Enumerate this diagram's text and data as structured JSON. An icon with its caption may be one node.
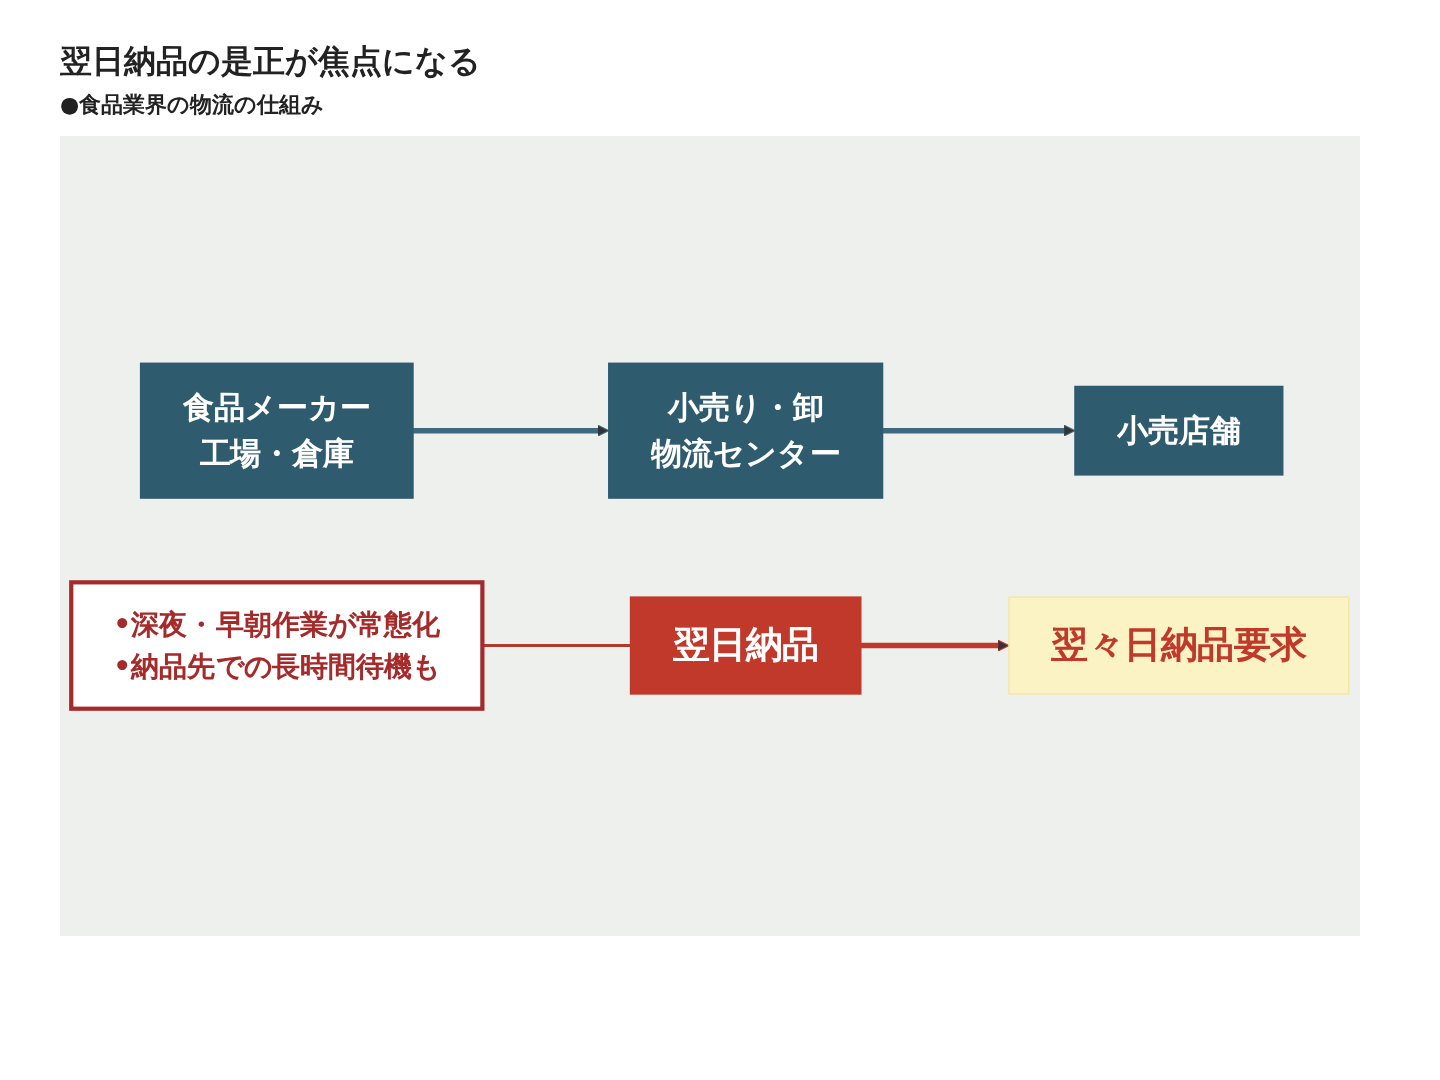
{
  "diagram": {
    "title": "翌日納品の是正が焦点になる",
    "nodes": [
      {
        "text": [
          "食品メーカー",
          "工場・倉庫"
        ]
      },
      {
        "text": [
          "•深夜・早朝作業が常態化",
          "•納品先での長時間待機も"
        ]
      },
      {
        "text": [
          "翌日納品"
        ]
      },
      {
        "text": [
          "翌々日納品要求"
        ]
      },
      {
        "text": [
          "小売り・卸",
          "物流センター"
        ]
      },
      {
        "text": [
          "小売店舗"
        ]
      }
    ],
    "edges": [
      {
        "from": 1,
        "to": 2,
        "arrow": "none",
        "color": "#b03a2e"
      },
      {
        "from": 2,
        "to": 3,
        "arrow": "to",
        "color": "#c0392b"
      },
      {
        "from": 0,
        "to": 4,
        "arrow": "to"
      },
      {
        "from": 4,
        "to": 5,
        "arrow": "to"
      }
    ],
    "labels": [
      "●食品業界の物流の仕組み"
    ]
  }
}
